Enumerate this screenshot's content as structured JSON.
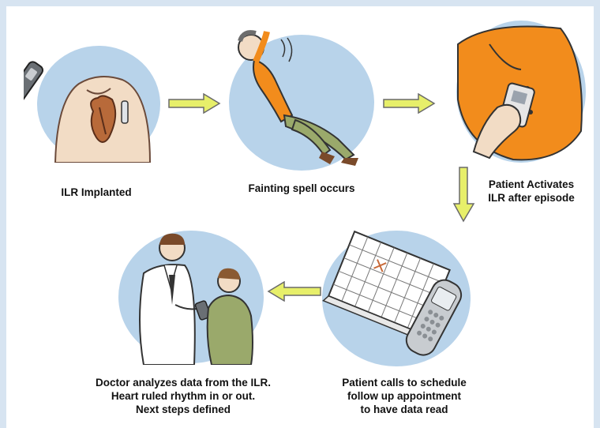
{
  "steps": [
    {
      "id": "implant",
      "caption": [
        "ILR Implanted"
      ]
    },
    {
      "id": "fainting",
      "caption": [
        "Fainting spell occurs"
      ]
    },
    {
      "id": "activate",
      "caption": [
        "Patient Activates",
        "ILR after episode"
      ]
    },
    {
      "id": "calls",
      "caption": [
        "Patient calls to schedule",
        "follow up appointment",
        "to have data read"
      ]
    },
    {
      "id": "doctor",
      "caption": [
        "Doctor analyzes data from the ILR.",
        "Heart ruled rhythm in or out.",
        "Next steps defined"
      ]
    }
  ],
  "colors": {
    "circle": "#b8d3ea",
    "arrow": "#e7ef6a",
    "skin": "#f2dcc5",
    "orange": "#f28c1c",
    "green": "#9aa96b",
    "heart": "#b86a3a",
    "background": "#d7e4f1"
  },
  "icons": [
    "chest-implant-icon",
    "fainting-person-icon",
    "activator-hand-icon",
    "calendar-phone-icon",
    "doctor-patient-icon",
    "arrow-right-icon",
    "arrow-down-icon",
    "arrow-left-icon"
  ]
}
